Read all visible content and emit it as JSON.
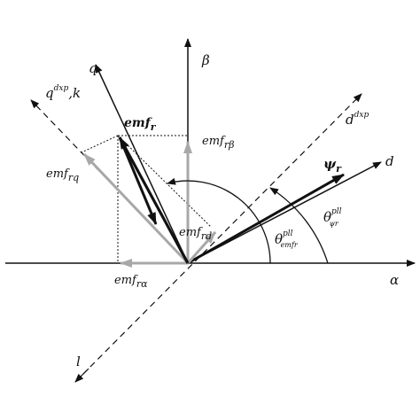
{
  "diagram": {
    "labels": {
      "alpha": "α",
      "beta": "β",
      "q": "q",
      "d": "d",
      "l": "l",
      "q_dxp_base": "q",
      "q_dxp_sup": "dxp",
      "q_dxp_suffix": ",k",
      "d_dxp_base": "d",
      "d_dxp_sup": "dxp",
      "emf_r_base": "emf",
      "emf_r_sub": "r",
      "emf_rbeta_base": "emf",
      "emf_rbeta_sub": "rβ",
      "emf_rq_base": "emf",
      "emf_rq_sub": "rq",
      "emf_rd_base": "emf",
      "emf_rd_sub": "rd",
      "emf_ralpha_base": "emf",
      "emf_ralpha_sub": "rα",
      "psi_r_base": "ψ",
      "psi_r_sub": "r",
      "theta_psi_base": "θ",
      "theta_psi_sup": "pll",
      "theta_psi_sub": "ψr",
      "theta_emf_base": "θ",
      "theta_emf_sup": "pll",
      "theta_emf_sub": "emfr"
    },
    "colors": {
      "black": "#111111",
      "gray": "#a8a8a8",
      "background": "#ffffff"
    }
  }
}
